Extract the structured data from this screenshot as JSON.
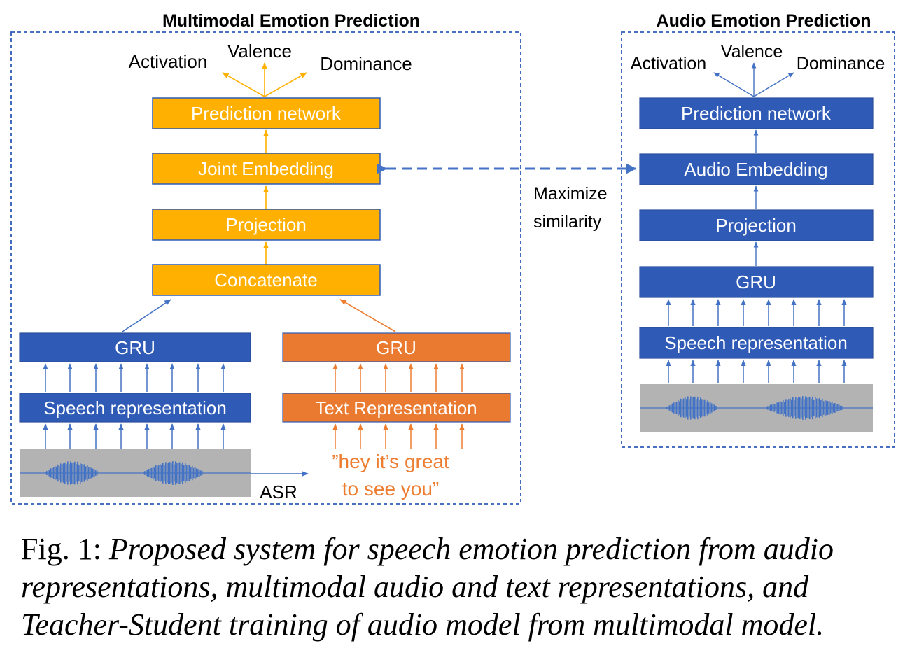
{
  "colors": {
    "orange": "#FFB000",
    "orange_dark": "#E97A2F",
    "blue": "#2F5BB7",
    "arrow_blue": "#4472C4",
    "box_text": "#FFFFFF",
    "text_orange": "#ED7D31",
    "wave_bg": "#B3B3B3",
    "border": "#2F5BB7"
  },
  "multimodal": {
    "title": "Multimodal Emotion Prediction",
    "outputs": {
      "activation": "Activation",
      "valence": "Valence",
      "dominance": "Dominance"
    },
    "prediction": "Prediction network",
    "joint": "Joint Embedding",
    "projection": "Projection",
    "concat": "Concatenate",
    "gru_audio": "GRU",
    "gru_text": "GRU",
    "speech_rep": "Speech representation",
    "text_rep": "Text Representation",
    "asr": "ASR",
    "transcript_line1": "”hey it’s great",
    "transcript_line2": "to see you”"
  },
  "audio": {
    "title": "Audio Emotion Prediction",
    "outputs": {
      "activation": "Activation",
      "valence": "Valence",
      "dominance": "Dominance"
    },
    "prediction": "Prediction network",
    "embedding": "Audio Embedding",
    "projection": "Projection",
    "gru": "GRU",
    "speech_rep": "Speech representation"
  },
  "link": {
    "line1": "Maximize",
    "line2": "similarity"
  },
  "caption": {
    "label": "Fig. 1:",
    "text": "Proposed system for speech emotion prediction from audio representations, multimodal audio and text representations, and Teacher-Student training of audio model from multimodal model."
  }
}
